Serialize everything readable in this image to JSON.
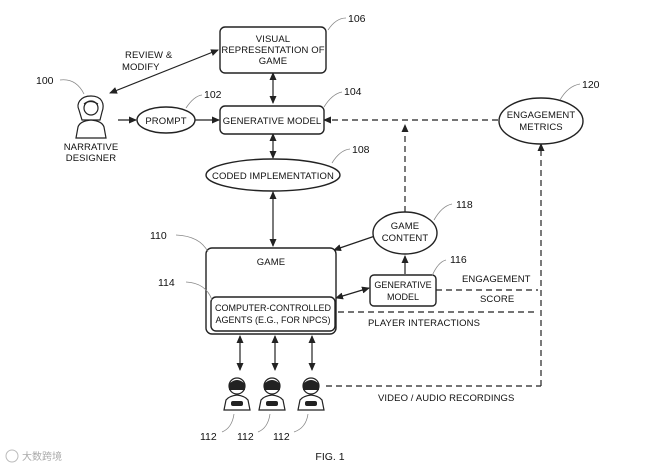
{
  "nodes": {
    "visual": {
      "line1": "VISUAL",
      "line2": "REPRESENTATION OF",
      "line3": "GAME",
      "ref": "106"
    },
    "generative_model": {
      "label": "GENERATIVE MODEL",
      "ref": "104"
    },
    "prompt": {
      "label": "PROMPT",
      "ref": "102"
    },
    "narrative_designer": {
      "line1": "NARRATIVE",
      "line2": "DESIGNER",
      "ref": "100"
    },
    "coded_impl": {
      "label": "CODED IMPLEMENTATION",
      "ref": "108"
    },
    "engagement_metrics": {
      "line1": "ENGAGEMENT",
      "line2": "METRICS",
      "ref": "120"
    },
    "game_content": {
      "line1": "GAME",
      "line2": "CONTENT",
      "ref": "118"
    },
    "game": {
      "label": "GAME",
      "ref": "110"
    },
    "gen_model_small": {
      "line1": "GENERATIVE",
      "line2": "MODEL",
      "ref": "116"
    },
    "agents": {
      "line1": "COMPUTER-CONTROLLED",
      "line2": "AGENTS (E.G., FOR NPCS)",
      "ref": "114"
    },
    "players": {
      "ref1": "112",
      "ref2": "112",
      "ref3": "112"
    }
  },
  "edge_labels": {
    "review_line1": "REVIEW &",
    "review_line2": "MODIFY",
    "engagement_score_line1": "ENGAGEMENT",
    "engagement_score_line2": "SCORE",
    "player_interactions": "PLAYER INTERACTIONS",
    "recordings": "VIDEO / AUDIO RECORDINGS"
  },
  "figure_label": "FIG. 1",
  "watermark": "大数跨境"
}
